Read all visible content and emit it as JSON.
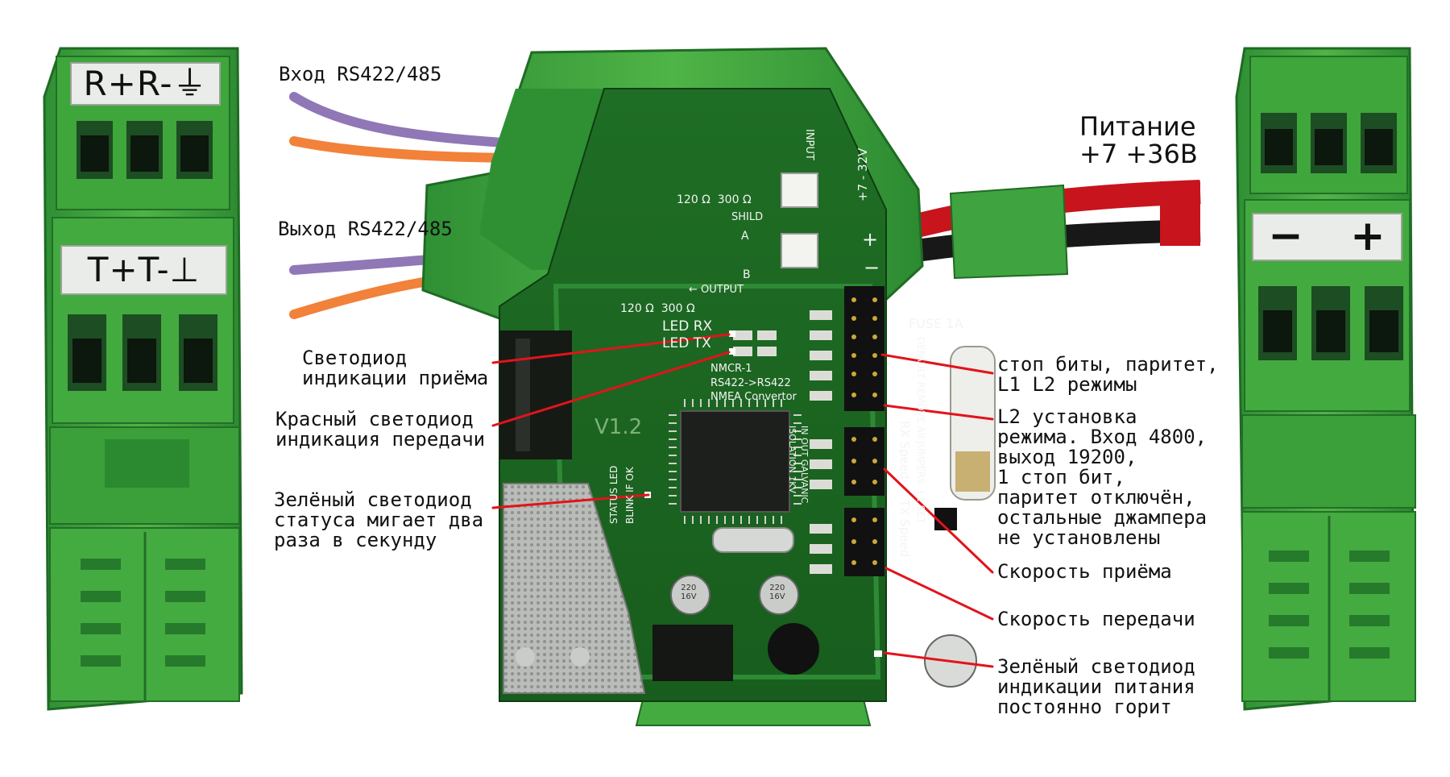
{
  "colors": {
    "housing_green": "#3fa33f",
    "pcb_green": "#1c6a22",
    "annotation_red": "#e3131b",
    "wire_purple": "#9077b6",
    "wire_orange": "#f2813a"
  },
  "connectors": {
    "left_top": "R+R-⏚",
    "left_bottom": "T+T-⊥",
    "right_power": "−   +"
  },
  "wires": {
    "input": "Вход RS422/485",
    "output": "Выход RS422/485",
    "power": "Питание\n+7 +36В"
  },
  "callouts": {
    "led_rx": "Светодиод\nиндикации приёма",
    "led_tx": "Красный светодиод\nиндикация передачи",
    "status_led": "Зелёный светодиод\nстатуса мигает два\nраза в секунду",
    "stop_bits": "стоп биты, паритет,\nL1 L2 режимы",
    "l2_mode": "L2 установка\nрежима. Вход 4800,\nвыход 19200,\n1 стоп бит,\nпаритет отключён,\nостальные джампера\nне установлены",
    "rx_speed": "Скорость приёма",
    "tx_speed": "Скорость передачи",
    "power_led": "Зелёный светодиод\nиндикации питания\nпостоянно горит"
  },
  "pcb_labels": {
    "led_rx": "LED RX",
    "led_tx": "LED TX",
    "model": "NMCR-1",
    "conv": "RS422->RS422",
    "nmea": "NMEA Convertor",
    "version": "V1.2",
    "fuse": "FUSE 1A",
    "r_in": "120 Ω  300 Ω",
    "r_out": "120 Ω  300 Ω",
    "shild": "SHILD",
    "a": "A",
    "b": "B",
    "output": "← OUTPUT",
    "input": "INPUT",
    "volt": "+7 - 32V",
    "plus": "+",
    "minus": "−",
    "rx_speed": "RX Speed",
    "tx_speed": "TX Speed",
    "default": "DEFAULT REMOVE All JUMPERS. L1 SET",
    "galv": "IN OUT GALVANIC",
    "iso": "ISOLATION 1KV",
    "status": "STATUS LED",
    "blink": "BLINK IF OK",
    "cap": "220\n16V"
  }
}
